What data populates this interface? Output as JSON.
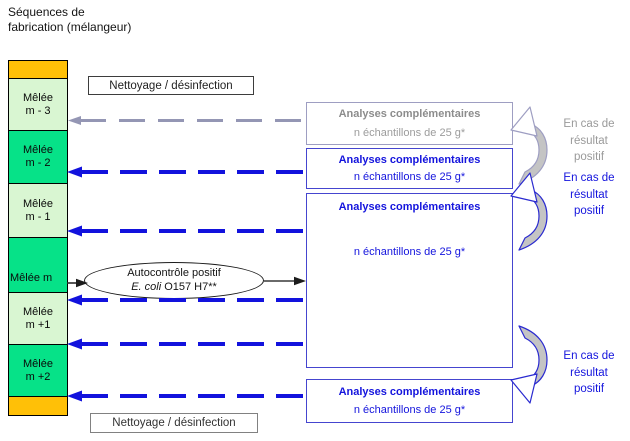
{
  "title": {
    "line1": "Séquences de",
    "line2": "fabrication (mélangeur)"
  },
  "sequence_column": {
    "blocks": {
      "m_minus_3": {
        "line1": "Mêlée",
        "line2": "m - 3"
      },
      "m_minus_2": {
        "line1": "Mêlée",
        "line2": "m - 2"
      },
      "m_minus_1": {
        "line1": "Mêlée",
        "line2": "m - 1"
      },
      "m": {
        "label": "Mêlée m"
      },
      "m_plus_1": {
        "line1": "Mêlée",
        "line2": "m +1"
      },
      "m_plus_2": {
        "line1": "Mêlée",
        "line2": "m +2"
      }
    }
  },
  "cleaning": {
    "top": "Nettoyage / désinfection",
    "bottom": "Nettoyage / désinfection"
  },
  "autocontrol": {
    "line1": "Autocontrôle positif",
    "species_italic": "E. coli",
    "strain": " O157 H7**"
  },
  "analysis_boxes": {
    "box1": {
      "title": "Analyses complémentaires",
      "subtitle": "n échantillons de 25 g*"
    },
    "box2": {
      "title": "Analyses complémentaires",
      "subtitle": "n échantillons de 25 g*"
    },
    "box3": {
      "title": "Analyses complémentaires",
      "subtitle": "n échantillons de 25 g*"
    },
    "box4": {
      "title": "Analyses complémentaires",
      "subtitle": "n échantillons de 25 g*"
    }
  },
  "positive_result_labels": {
    "label1": {
      "line1": "En cas de",
      "line2": "résultat",
      "line3": "positif"
    },
    "label2": {
      "line1": "En cas de",
      "line2": "résultat",
      "line3": "positif"
    },
    "label3": {
      "line1": "En cas de",
      "line2": "résultat",
      "line3": "positif"
    }
  },
  "colors": {
    "accent_blue": "#1414dd",
    "arrow_blue": "#1212dd",
    "arrow_gray": "#9496b4",
    "bright_green": "#06e288",
    "light_green": "#d9f6d2",
    "orange": "#ffc007",
    "swoosh_fill": "#c4c4c4"
  }
}
